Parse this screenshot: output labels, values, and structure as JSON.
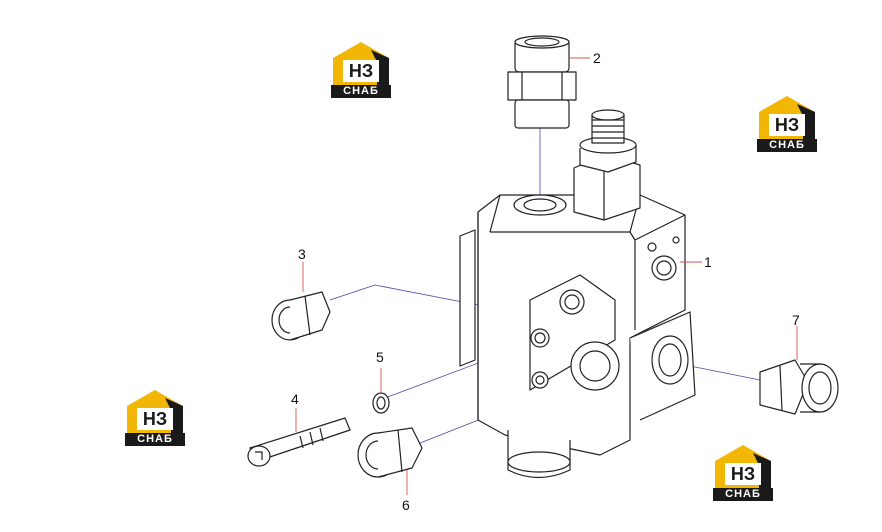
{
  "callouts": [
    {
      "id": "1",
      "label": "1"
    },
    {
      "id": "2",
      "label": "2"
    },
    {
      "id": "3",
      "label": "3"
    },
    {
      "id": "4",
      "label": "4"
    },
    {
      "id": "5",
      "label": "5"
    },
    {
      "id": "6",
      "label": "6"
    },
    {
      "id": "7",
      "label": "7"
    }
  ],
  "watermark": {
    "mark": "НЗ",
    "band": "СНАБ",
    "accent": "#f2b705",
    "dark": "#1a1a1a"
  },
  "colors": {
    "leader": "#d9534f",
    "assembly_line": "#4a4aa8",
    "outline": "#222222"
  }
}
